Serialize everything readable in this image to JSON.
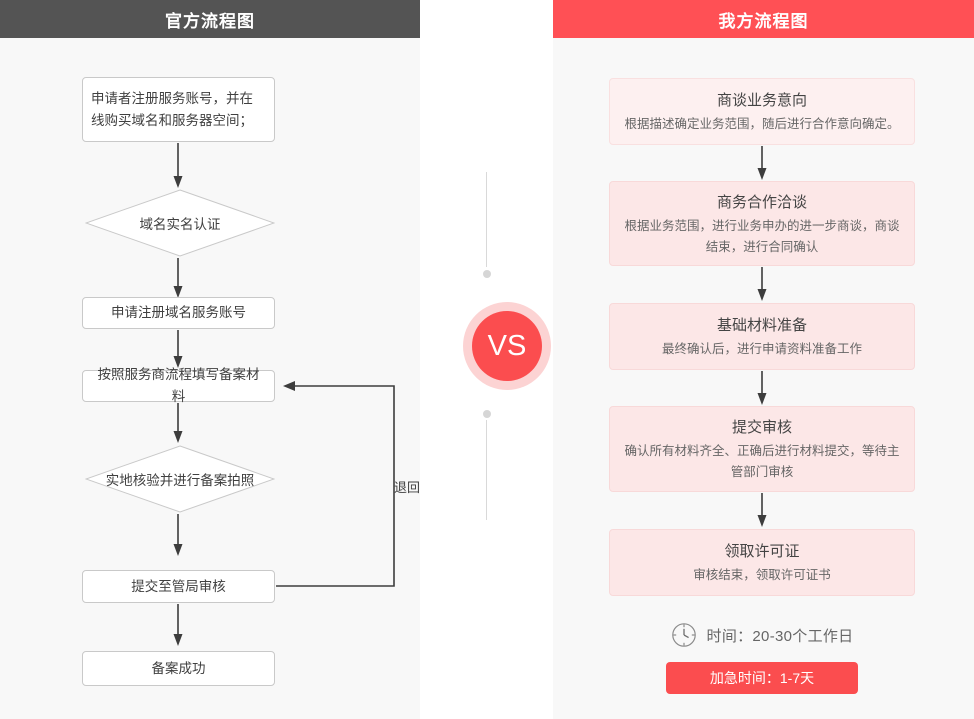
{
  "left_panel": {
    "header_title": "官方流程图",
    "header_bg": "#545454",
    "panel_bg": "#f8f8f8",
    "nodes": [
      {
        "id": "register-account",
        "shape": "rect",
        "text": "申请者注册服务账号，并在线购买域名和服务器空间；"
      },
      {
        "id": "domain-realname",
        "shape": "diamond",
        "text": "域名实名认证"
      },
      {
        "id": "apply-domain-account",
        "shape": "rect",
        "text": "申请注册域名服务账号"
      },
      {
        "id": "fill-materials",
        "shape": "rect",
        "text": "按照服务商流程填写备案材料"
      },
      {
        "id": "onsite-verify",
        "shape": "diamond",
        "text": "实地核验并进行备案拍照"
      },
      {
        "id": "submit-bureau",
        "shape": "rect",
        "text": "提交至管局审核"
      },
      {
        "id": "filing-success",
        "shape": "rect",
        "text": "备案成功"
      }
    ],
    "loop_label": "退回"
  },
  "divider": {
    "vs_label": "VS",
    "circle_color": "#fb4d4f",
    "ring_color": "#fcd3d3",
    "line_color": "#d9d9d9"
  },
  "right_panel": {
    "header_title": "我方流程图",
    "header_bg": "#ff5055",
    "panel_bg": "#f8f8f8",
    "nodes": [
      {
        "id": "business-intent",
        "title": "商谈业务意向",
        "desc": "根据描述确定业务范围，随后进行合作意向确定。"
      },
      {
        "id": "business-negotiation",
        "title": "商务合作洽谈",
        "desc": "根据业务范围，进行业务申办的进一步商谈，商谈结束，进行合同确认"
      },
      {
        "id": "material-prep",
        "title": "基础材料准备",
        "desc": "最终确认后，进行申请资料准备工作"
      },
      {
        "id": "submit-review",
        "title": "提交审核",
        "desc": "确认所有材料齐全、正确后进行材料提交，等待主管部门审核"
      },
      {
        "id": "get-license",
        "title": "领取许可证",
        "desc": "审核结束，领取许可证书"
      }
    ],
    "footer": {
      "clock_icon": "clock-icon",
      "time_text": "时间：20-30个工作日",
      "urgent_label": "加急时间：1-7天",
      "urgent_bg": "#fb4d4f"
    }
  }
}
